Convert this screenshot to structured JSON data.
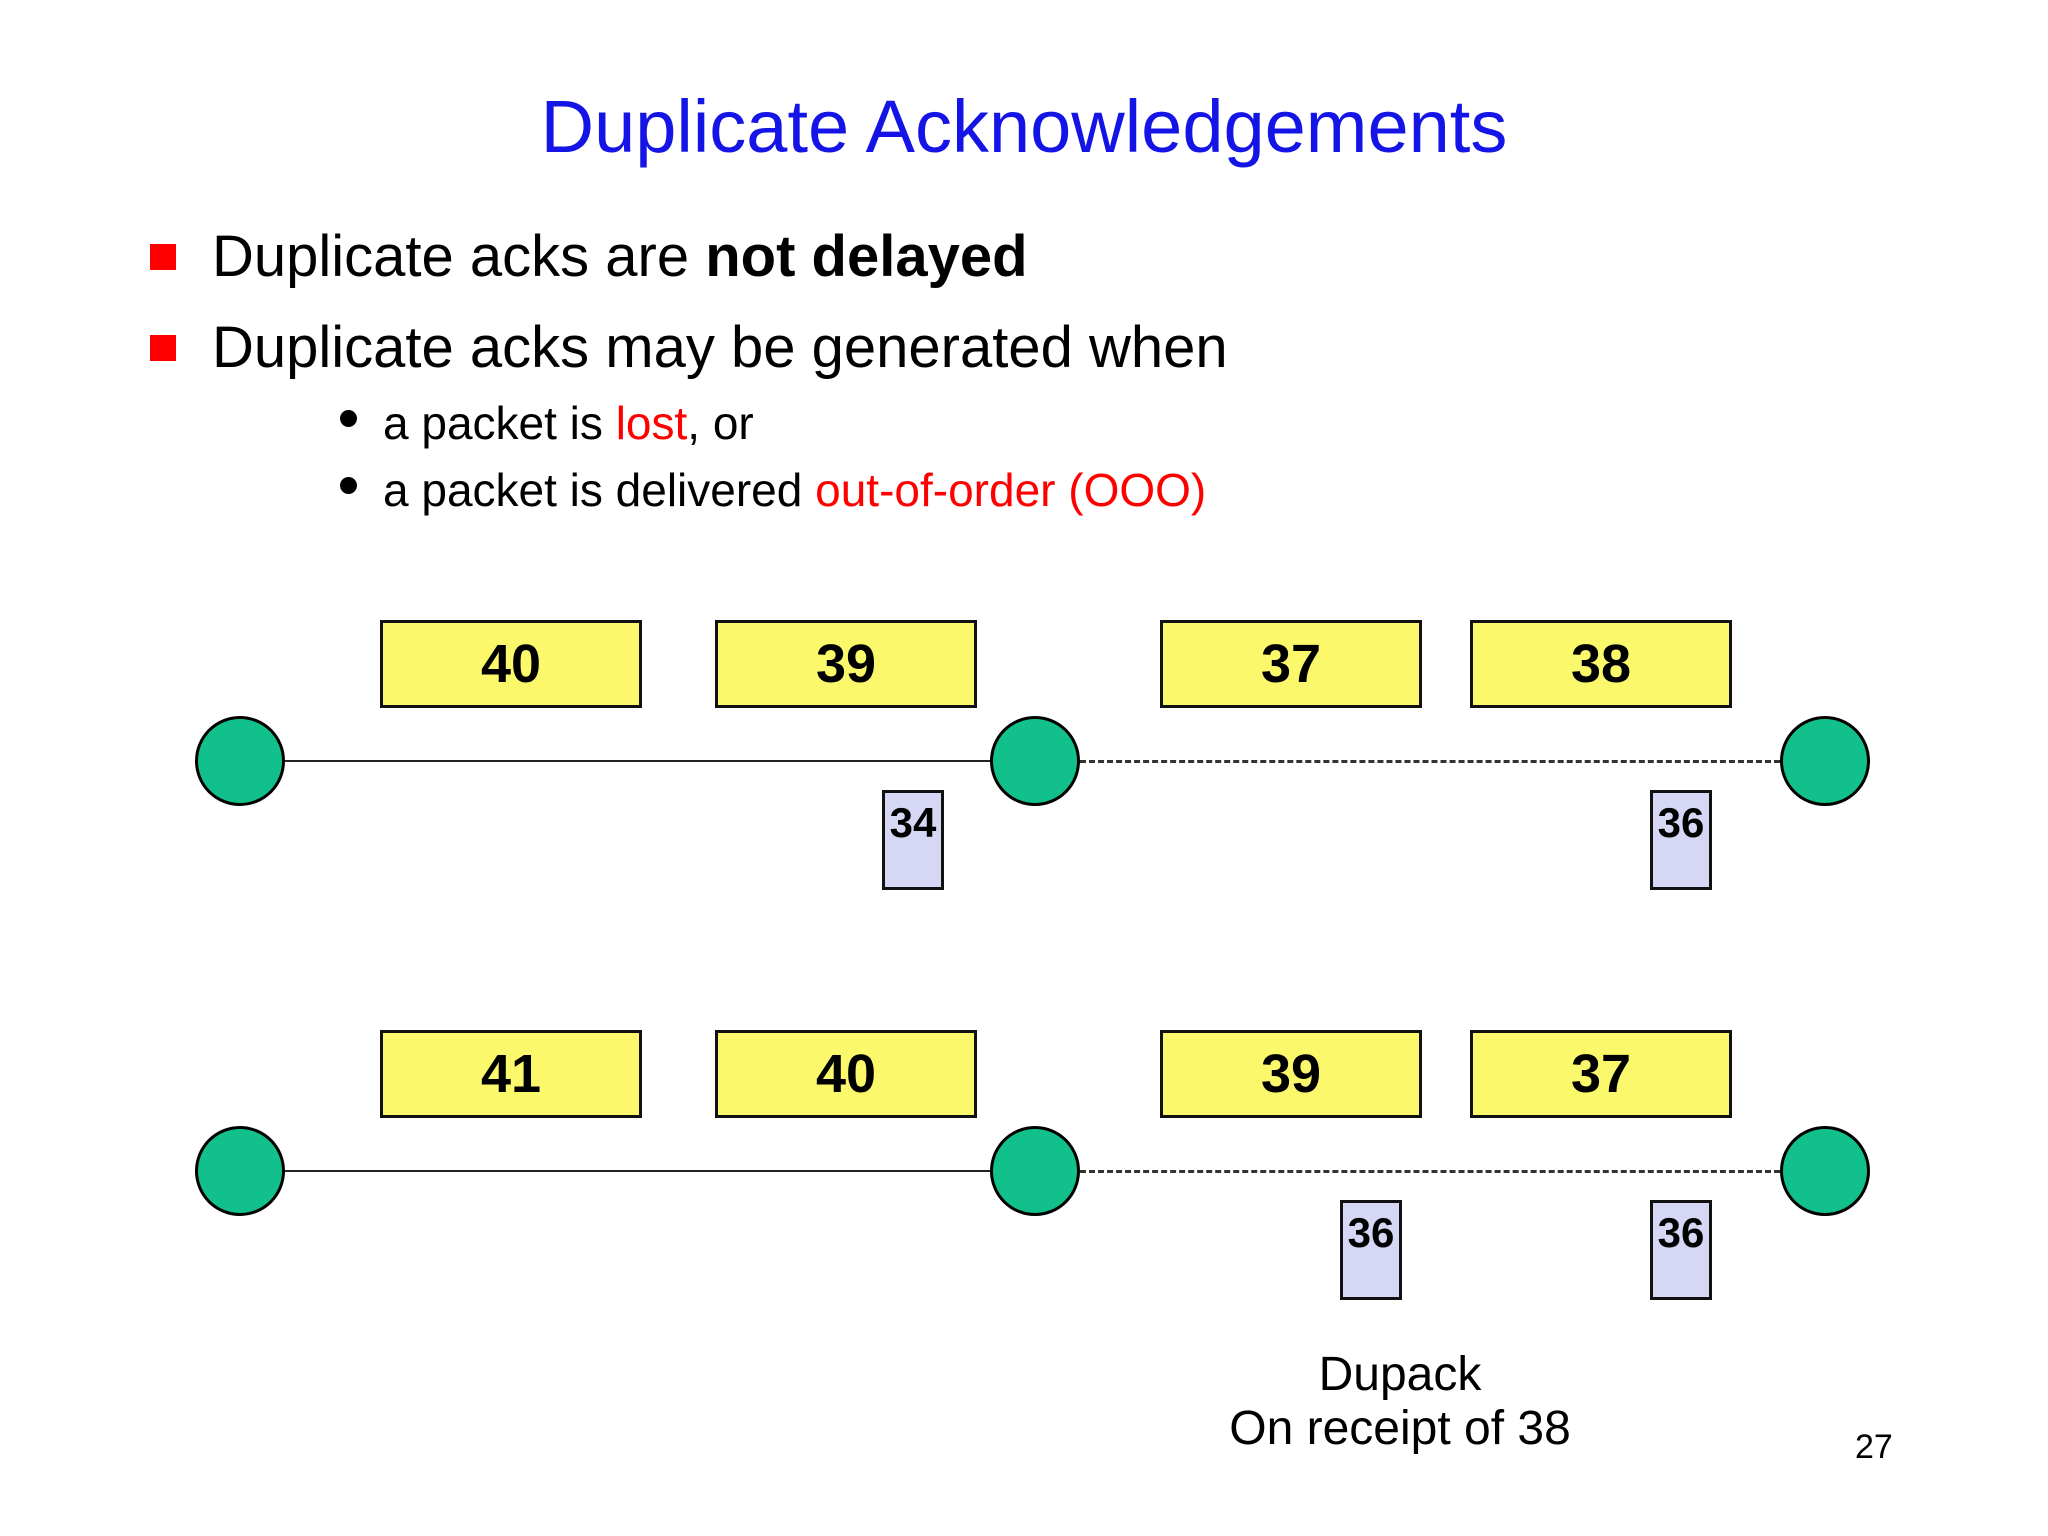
{
  "slide": {
    "title": "Duplicate Acknowledgements",
    "title_color": "#1414e6",
    "page_number": "27",
    "background": "#ffffff"
  },
  "bullets": [
    {
      "marker": "red-square-bullet",
      "text_plain": "Duplicate acks are not delayed",
      "text_prefix": "Duplicate acks are ",
      "text_bold": "not delayed",
      "sub": []
    },
    {
      "marker": "red-square-bullet",
      "text_plain": "Duplicate acks may be generated when",
      "sub": [
        {
          "marker": "black-dot-bullet",
          "prefix": "a packet is ",
          "highlight": "lost",
          "suffix": ", or"
        },
        {
          "marker": "black-dot-bullet",
          "prefix": "a packet is delivered ",
          "highlight": "out-of-order (OOO)",
          "suffix": ""
        }
      ]
    }
  ],
  "colors": {
    "bullet_marker": "#ff0000",
    "highlight": "#ff0000",
    "packet_fill": "#fbf96b",
    "ack_fill": "#d6d6f5",
    "node_fill": "#11c08a",
    "stroke": "#111111"
  },
  "diagram": {
    "rows": [
      {
        "name": "lost-packet-scenario",
        "nodes": [
          "sender",
          "router",
          "receiver"
        ],
        "packets_left": [
          "40",
          "39"
        ],
        "packets_right": [
          "37",
          "38"
        ],
        "acks": [
          "34",
          "36"
        ],
        "link_left_style": "solid",
        "link_right_style": "dashed"
      },
      {
        "name": "out-of-order-scenario",
        "nodes": [
          "sender",
          "router",
          "receiver"
        ],
        "packets_left": [
          "41",
          "40"
        ],
        "packets_right": [
          "39",
          "37"
        ],
        "acks": [
          "36",
          "36"
        ],
        "link_left_style": "solid",
        "link_right_style": "dashed"
      }
    ],
    "caption_line1": "Dupack",
    "caption_line2": "On receipt of 38"
  },
  "chart_data": {
    "type": "diagram",
    "title": "Duplicate Acknowledgements",
    "rows": [
      {
        "label": "row-1",
        "packets": [
          "40",
          "39",
          "37",
          "38"
        ],
        "acks": [
          "34",
          "36"
        ]
      },
      {
        "label": "row-2",
        "packets": [
          "41",
          "40",
          "39",
          "37"
        ],
        "acks": [
          "36",
          "36"
        ]
      }
    ]
  }
}
